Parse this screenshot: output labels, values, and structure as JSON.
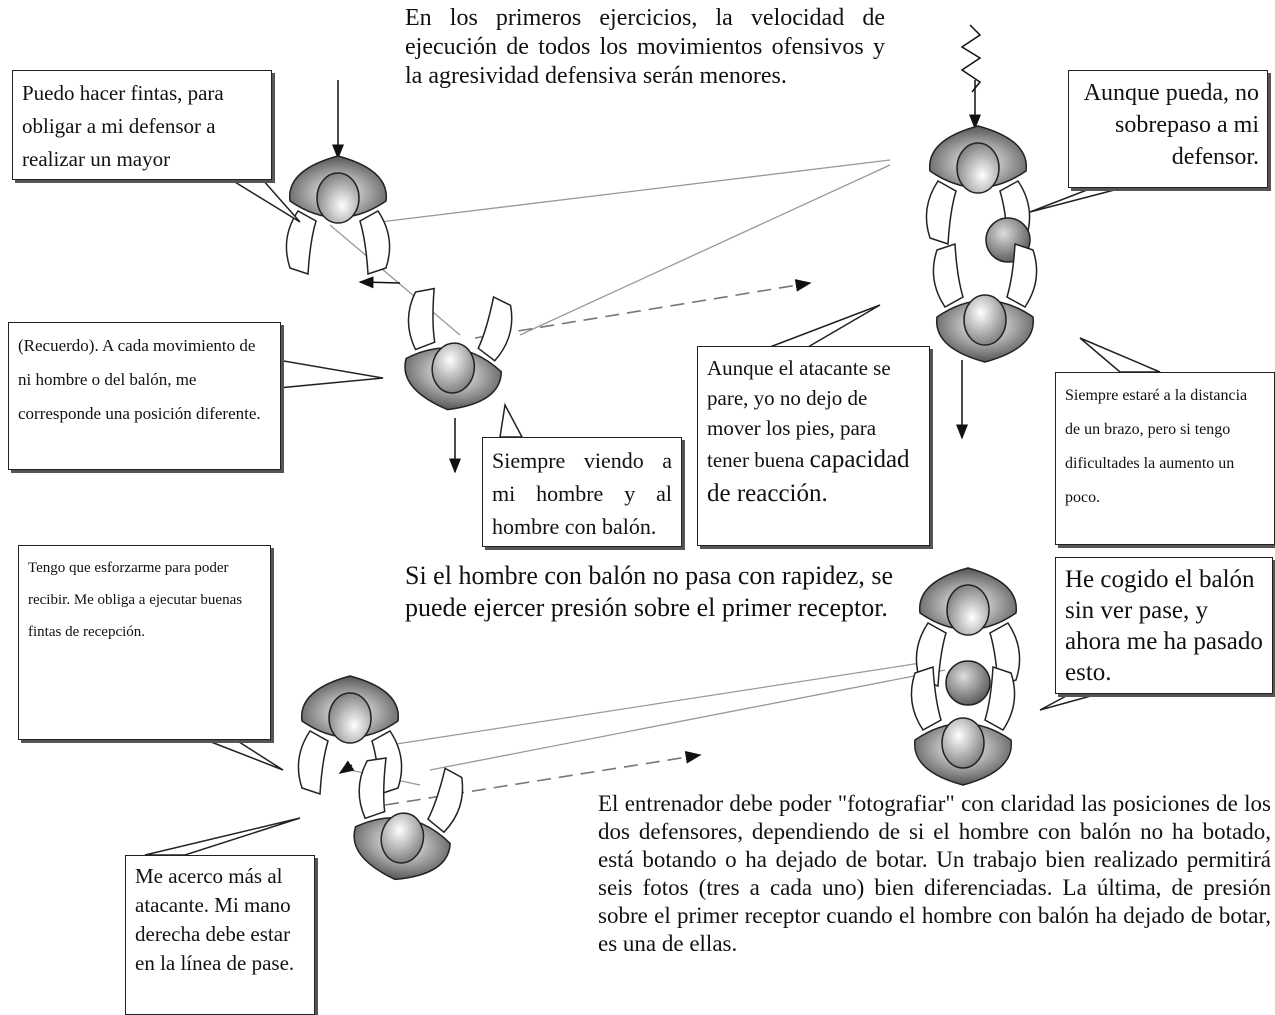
{
  "paragraphs": {
    "intro": "En los primeros ejercicios, la velocidad de ejecución de todos los movimientos ofensivos y la agresividad defensiva serán menores.",
    "pressure": "Si el hombre con balón no pasa con rapidez, se puede ejercer presión sobre el primer receptor.",
    "coach": "El entrenador debe poder \"fotografiar\" con claridad las posiciones de los dos defensores, dependiendo de si el hombre con balón no ha botado, está botando o ha dejado de botar. Un trabajo bien realizado permitirá seis fotos (tres a cada uno) bien diferenciadas. La última, de presión sobre el primer receptor cuando el hombre con balón ha dejado de botar, es una de ellas."
  },
  "callouts": {
    "feints": "Puedo hacer fintas, para obligar a mi defensor a realizar un mayor",
    "no_pass": "Aunque pueda, no sobrepaso a mi defensor.",
    "remember": "(Recuerdo). A cada movimiento de ni hombre o del balón, me corresponde una posición diferente.",
    "watching": "Siempre viendo a mi hombre y al hombre con balón.",
    "feet_a": "Aunque el atacante se pare, yo no dejo de mover los pies, para tener buena",
    "feet_b": "capacidad de reacción.",
    "distance": "Siempre estaré a la distancia de un brazo, pero si tengo dificultades la aumento un poco.",
    "effort": "Tengo que esforzarme para poder recibir. Me obliga a ejecutar buenas fintas de recepción.",
    "caught": "He cogido el balón sin ver pase, y ahora me ha pasado esto.",
    "closer": "Me acerco más al atacante. Mi mano derecha debe estar en la línea de pase."
  }
}
